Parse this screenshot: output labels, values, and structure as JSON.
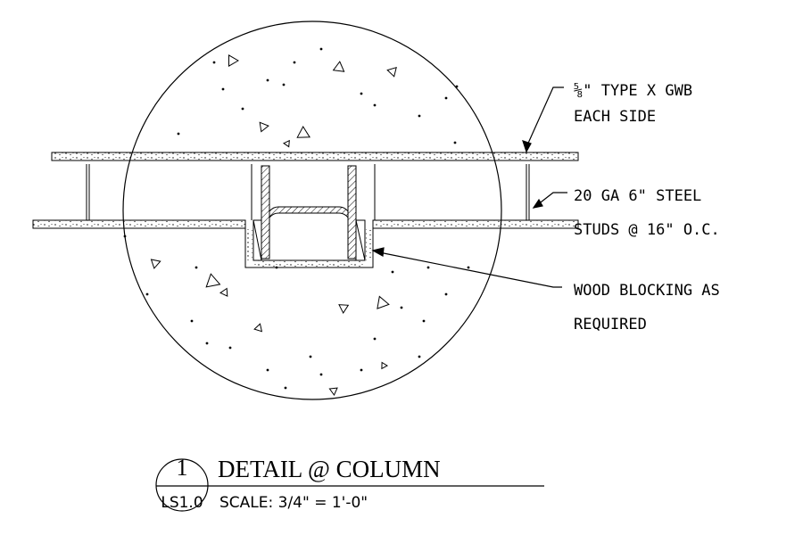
{
  "notes": {
    "gwb_line1": "⅝\" TYPE X GWB",
    "gwb_line2": "EACH SIDE",
    "studs_line1": "20 GA 6\" STEEL",
    "studs_line2": "STUDS @ 16\" O.C.",
    "blocking_line1": "WOOD BLOCKING AS",
    "blocking_line2": "REQUIRED"
  },
  "title_block": {
    "detail_number": "1",
    "sheet": "LS1.0",
    "title": "DETAIL @ COLUMN",
    "scale": "SCALE: 3/4\"  =  1'-0\""
  }
}
